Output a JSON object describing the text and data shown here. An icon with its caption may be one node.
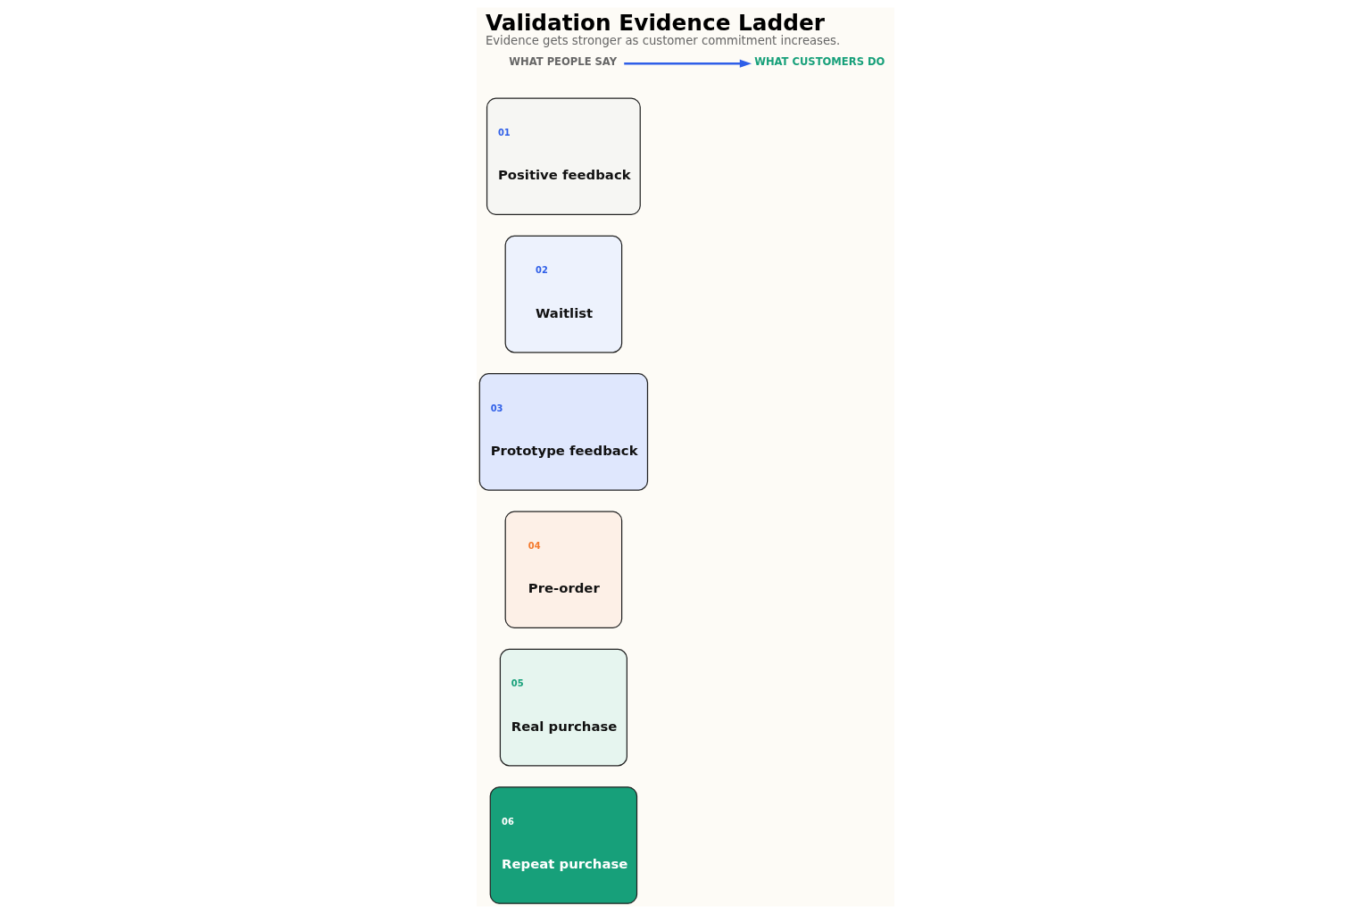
{
  "diagram": {
    "title": "Validation Evidence Ladder",
    "caption": "Evidence gets stronger as customer commitment increases.",
    "nodes": [
      {
        "text": [
          "01",
          "Positive feedback"
        ]
      },
      {
        "text": [
          "02",
          "Waitlist"
        ]
      },
      {
        "text": [
          "03",
          "Prototype feedback"
        ]
      },
      {
        "text": [
          "04",
          "Pre-order"
        ]
      },
      {
        "text": [
          "05",
          "Real purchase"
        ]
      },
      {
        "text": [
          "06",
          "Repeat purchase"
        ]
      },
      {
        "text": [
          "WHAT PEOPLE SAY"
        ]
      },
      {
        "text": [
          "WHAT CUSTOMERS DO"
        ]
      }
    ],
    "edges": [
      {
        "from": 6,
        "to": 7,
        "arrow": "to"
      }
    ]
  }
}
